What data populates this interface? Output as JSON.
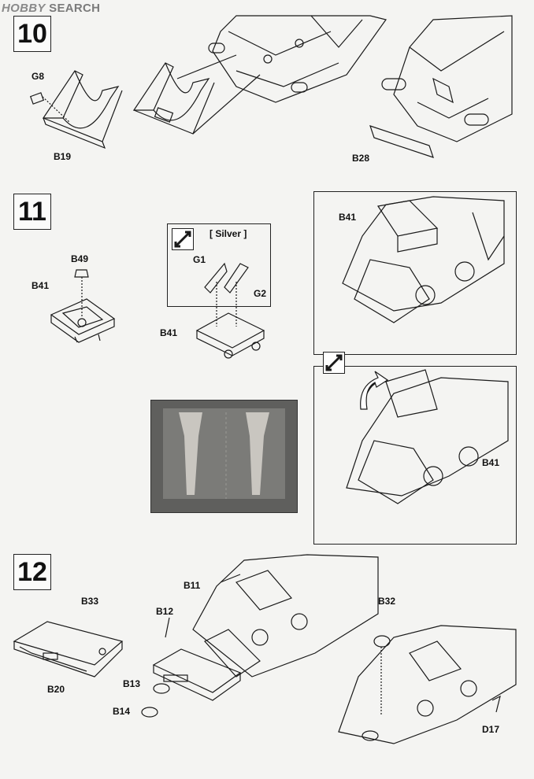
{
  "watermark": {
    "brand": "HOBBY",
    "suffix": "SEARCH"
  },
  "steps": [
    {
      "number": "10"
    },
    {
      "number": "11"
    },
    {
      "number": "12"
    }
  ],
  "step10": {
    "parts": [
      "G8",
      "B19",
      "B28"
    ]
  },
  "step11": {
    "parts": [
      "B49",
      "B41",
      "G1",
      "G2",
      "B41",
      "B41",
      "B41"
    ],
    "color_note": "[ Silver ]"
  },
  "step12": {
    "parts": [
      "B33",
      "B20",
      "B11",
      "B12",
      "B13",
      "B14",
      "B32",
      "D17"
    ]
  },
  "colors": {
    "line": "#1a1a1a",
    "paper": "#f4f4f2",
    "photo_bg": "#6e6e6c",
    "photo_part": "#c9c6c0"
  },
  "icons": [
    "swap-direction-icon",
    "rotate-arrow-icon"
  ]
}
